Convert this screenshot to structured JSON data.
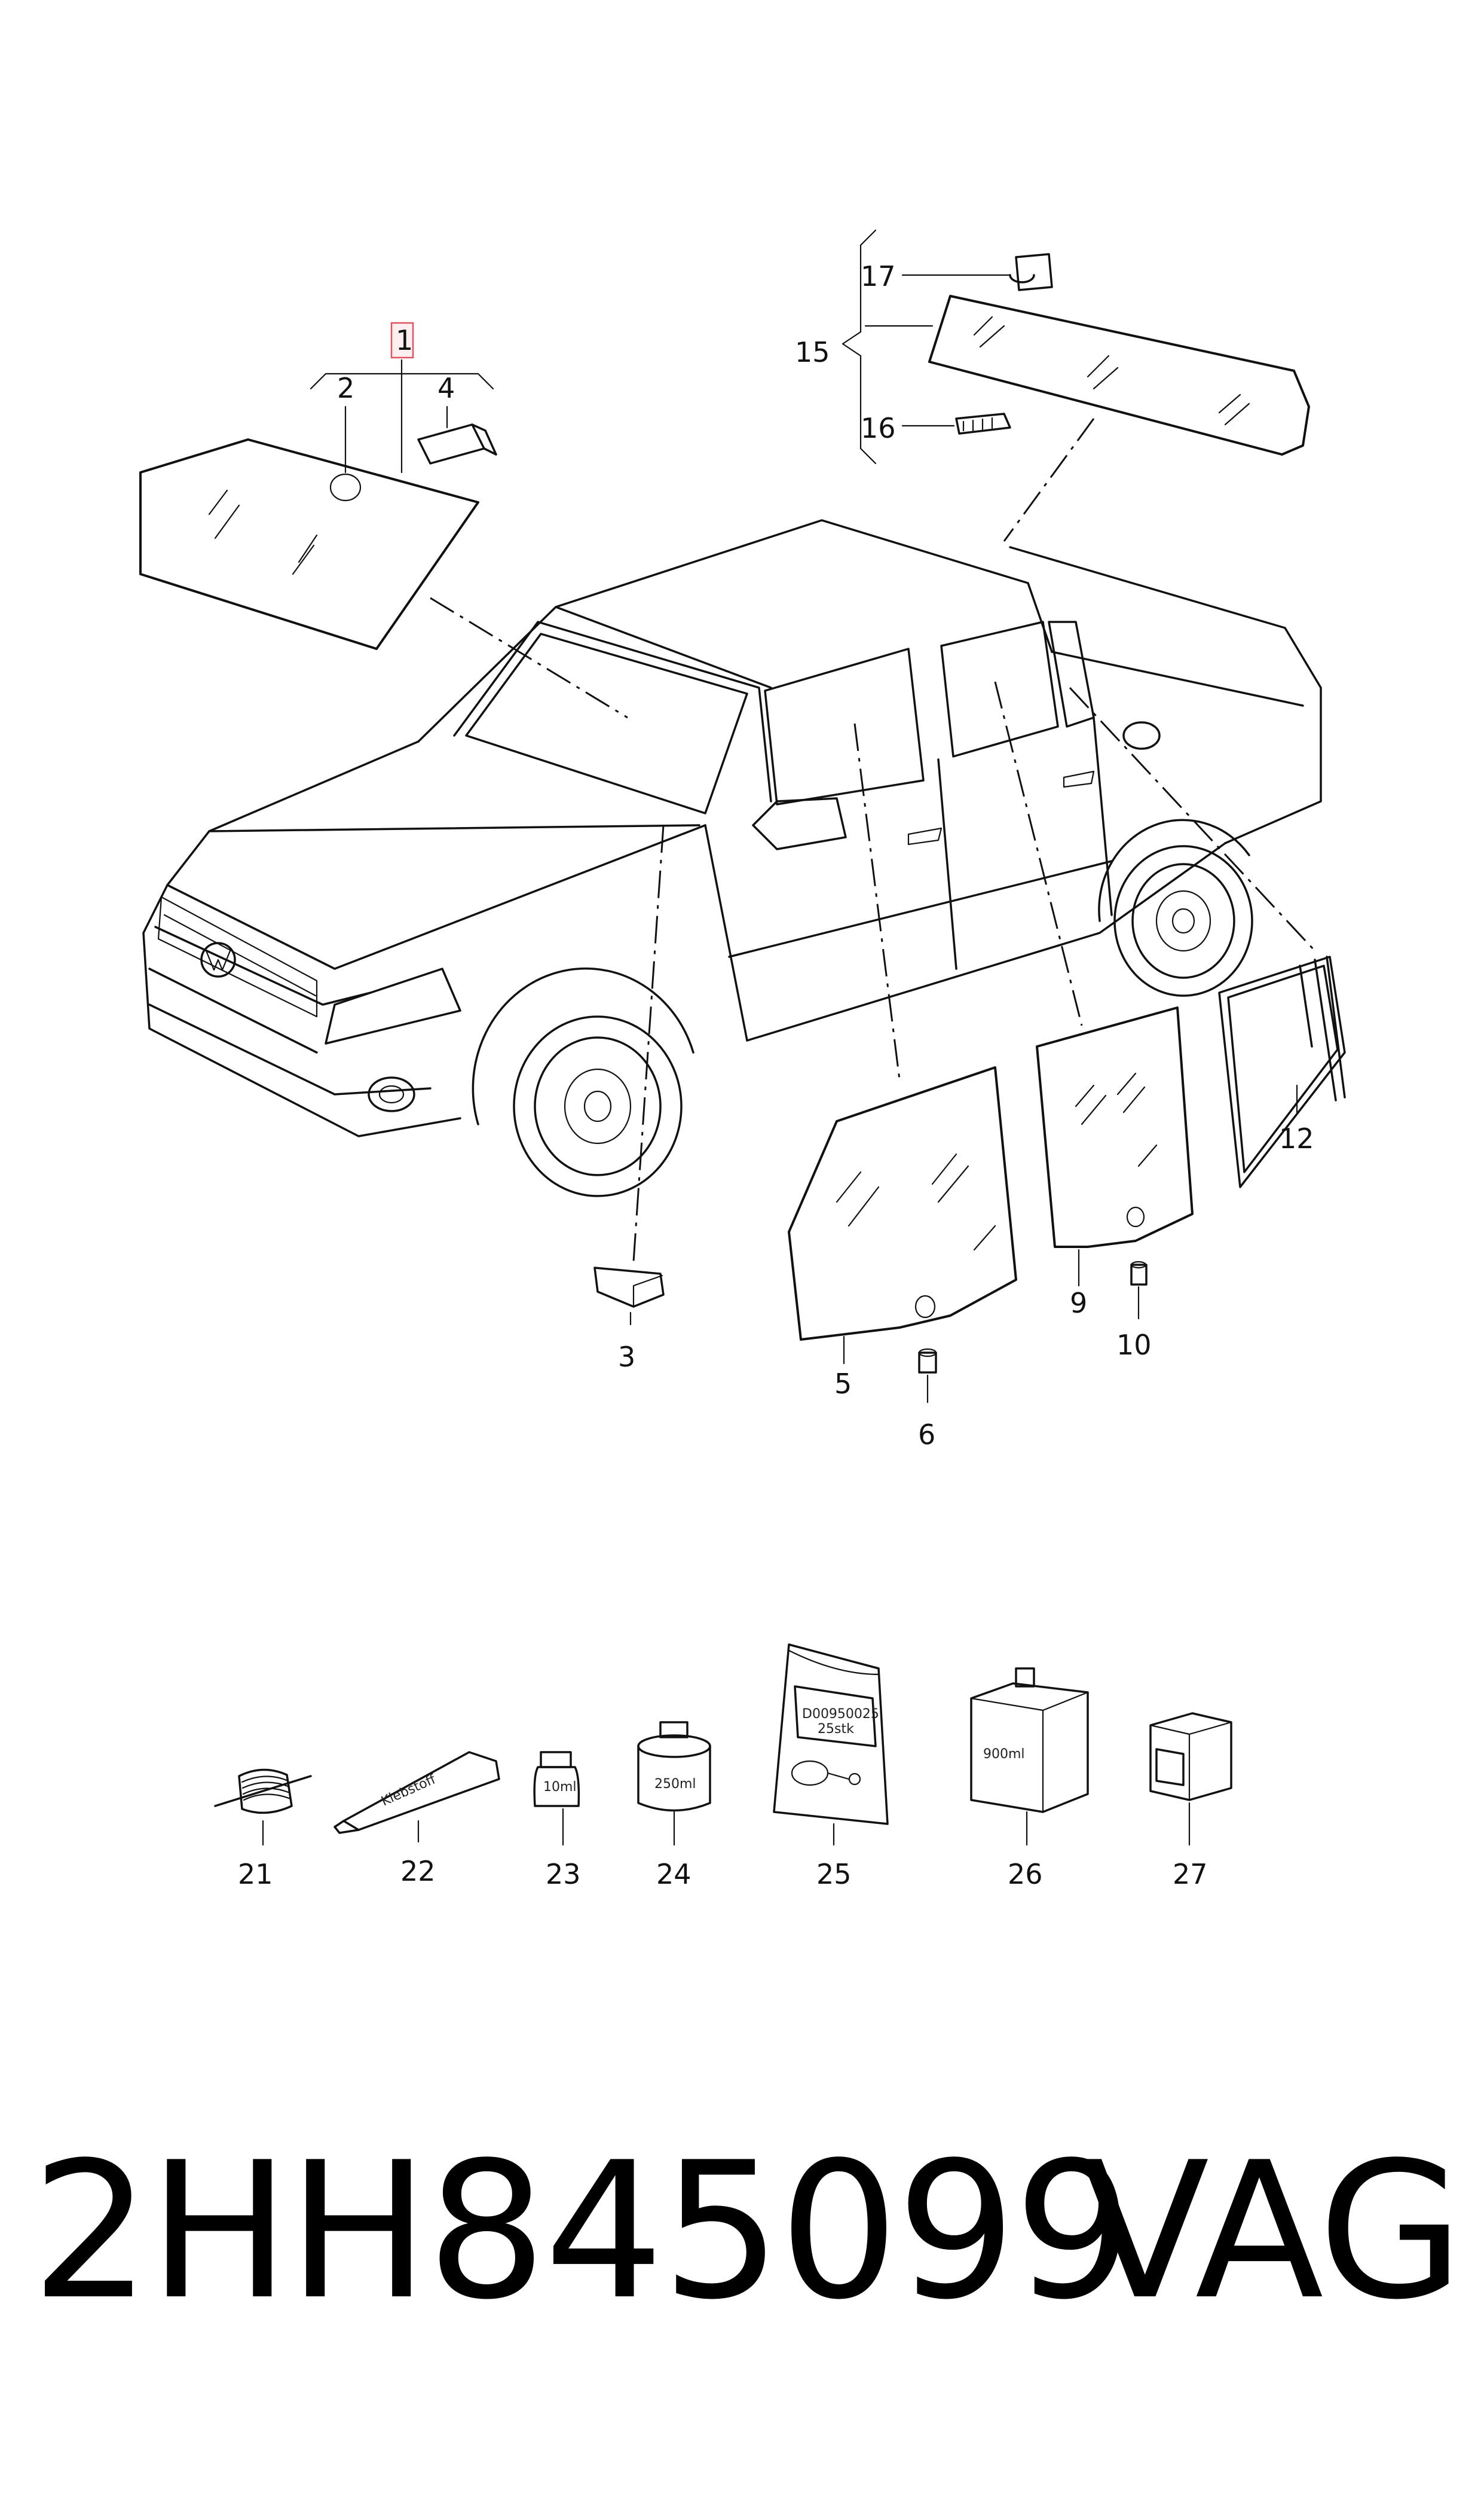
{
  "diagram": {
    "callouts": {
      "c1": "1",
      "c2": "2",
      "c3": "3",
      "c4": "4",
      "c5": "5",
      "c6": "6",
      "c9": "9",
      "c10": "10",
      "c12": "12",
      "c15": "15",
      "c16": "16",
      "c17": "17",
      "c21": "21",
      "c22": "22",
      "c23": "23",
      "c24": "24",
      "c25": "25",
      "c26": "26",
      "c27": "27"
    },
    "highlighted_callout": "1",
    "highlight_color": "#e0525c",
    "package_labels": {
      "tube": "Klebstoff",
      "bottle_small": "10ml",
      "can": "250ml",
      "bag_line1": "D00950025",
      "bag_line2": "25stk",
      "box_large": "900ml"
    }
  },
  "caption": {
    "part_number": "2HH845099",
    "brand": "VAG"
  }
}
